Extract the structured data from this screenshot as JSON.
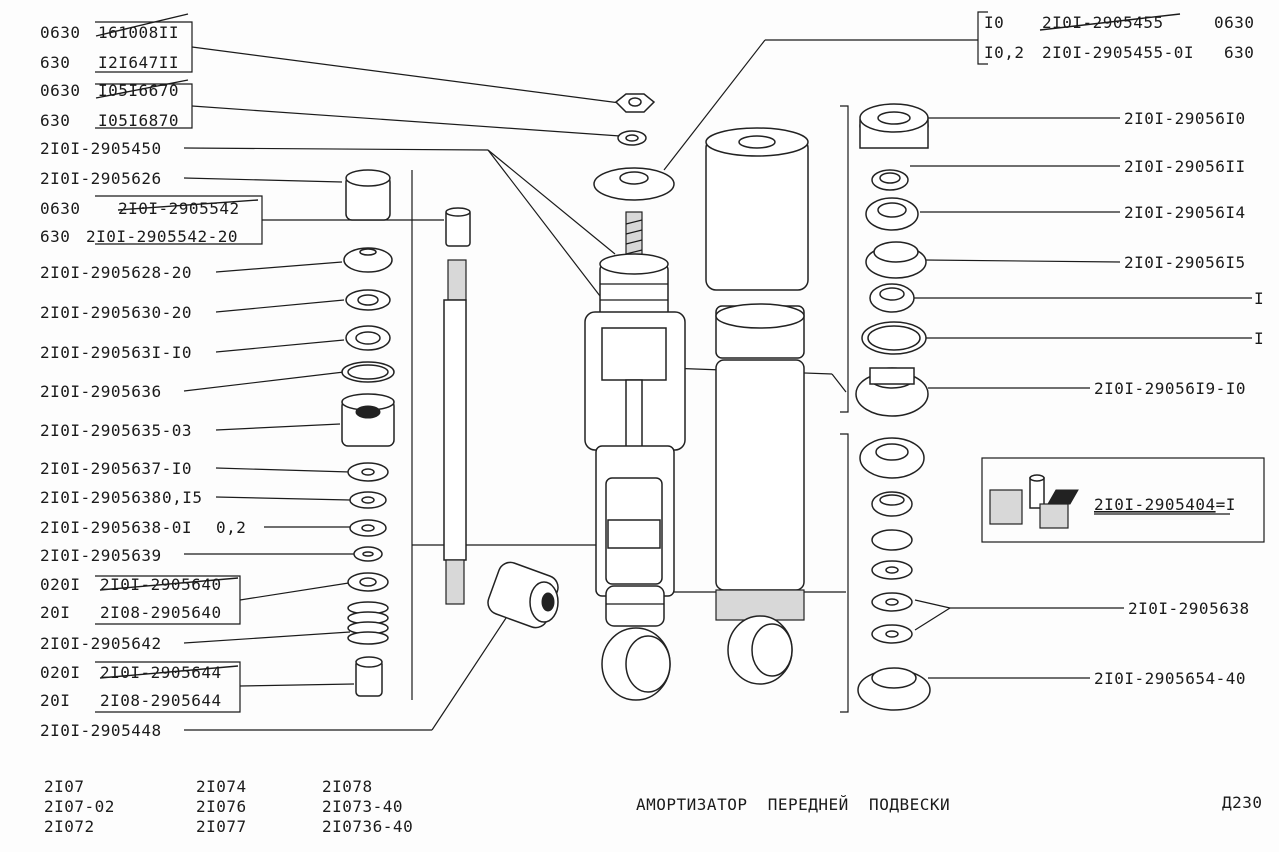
{
  "labels_left": [
    {
      "id": "l01",
      "a": "0630",
      "b": "161008II",
      "struck": true
    },
    {
      "id": "l02",
      "a": "630",
      "b": "I2I647II"
    },
    {
      "id": "l03",
      "a": "0630",
      "b": "I05I6670",
      "struck": true
    },
    {
      "id": "l04",
      "a": "630",
      "b": "I05I6870"
    },
    {
      "id": "l05",
      "a": "2I0I-2905450"
    },
    {
      "id": "l06",
      "a": "2I0I-2905626"
    },
    {
      "id": "l07",
      "a": "0630",
      "b": "2I0I-2905542",
      "struck": true
    },
    {
      "id": "l08",
      "a": "630",
      "b": "2I0I-2905542-20"
    },
    {
      "id": "l09",
      "a": "2I0I-2905628-20"
    },
    {
      "id": "l10",
      "a": "2I0I-2905630-20"
    },
    {
      "id": "l11",
      "a": "2I0I-290563I-I0"
    },
    {
      "id": "l12",
      "a": "2I0I-2905636"
    },
    {
      "id": "l13",
      "a": "2I0I-2905635-03"
    },
    {
      "id": "l14",
      "a": "2I0I-2905637-I0"
    },
    {
      "id": "l15",
      "a": "2I0I-2905638",
      "b": "0,I5"
    },
    {
      "id": "l16",
      "a": "2I0I-2905638-0I",
      "b": "0,2"
    },
    {
      "id": "l17",
      "a": "2I0I-2905639"
    },
    {
      "id": "l18",
      "a": "020I",
      "b": "2I0I-2905640",
      "struck": true
    },
    {
      "id": "l19",
      "a": "20I",
      "b": "2I08-2905640"
    },
    {
      "id": "l20",
      "a": "2I0I-2905642"
    },
    {
      "id": "l21",
      "a": "020I",
      "b": "2I0I-2905644",
      "struck": true
    },
    {
      "id": "l22",
      "a": "20I",
      "b": "2I08-2905644"
    },
    {
      "id": "l23",
      "a": "2I0I-2905448"
    }
  ],
  "labels_top": [
    {
      "id": "t1",
      "a": "I0",
      "b": "2I0I-2905455",
      "c": "0630",
      "struck": true
    },
    {
      "id": "t2",
      "a": "I0,2",
      "b": "2I0I-2905455-0I",
      "c": "630"
    }
  ],
  "labels_right": [
    {
      "id": "r1",
      "a": "2I0I-29056I0"
    },
    {
      "id": "r2",
      "a": "2I0I-29056II"
    },
    {
      "id": "r3",
      "a": "2I0I-29056I4"
    },
    {
      "id": "r4",
      "a": "2I0I-29056I5"
    },
    {
      "id": "r5",
      "a": "I"
    },
    {
      "id": "r6",
      "a": "I"
    },
    {
      "id": "r7",
      "a": "2I0I-29056I9-I0"
    },
    {
      "id": "r8",
      "a": "2I0I-2905638"
    },
    {
      "id": "r9",
      "a": "2I0I-2905654-40"
    }
  ],
  "kit_label": "2I0I-2905404",
  "kit_suffix": "=I",
  "models": [
    "2I07",
    "2I07-02",
    "2I072",
    "2I074",
    "2I076",
    "2I077",
    "2I078",
    "2I073-40",
    "2I0736-40"
  ],
  "title": "АМОРТИЗАТОР  ПЕРЕДНЕЙ  ПОДВЕСКИ",
  "page_code": "Д230"
}
